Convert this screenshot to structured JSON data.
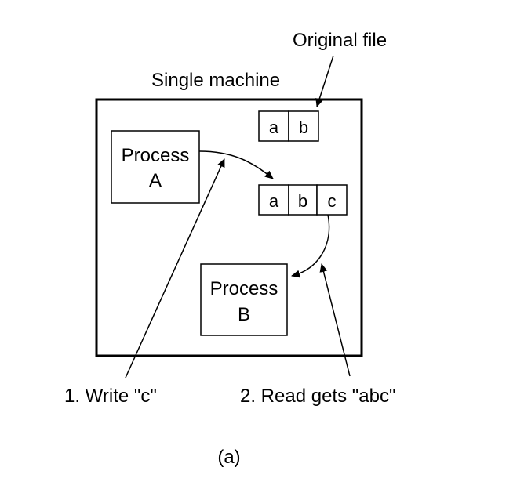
{
  "labels": {
    "original_file": "Original file",
    "single_machine": "Single machine",
    "process_a_line1": "Process",
    "process_a_line2": "A",
    "process_b_line1": "Process",
    "process_b_line2": "B",
    "step1": "1. Write \"c\"",
    "step2": "2. Read gets \"abc\"",
    "caption": "(a)"
  },
  "original_cells": [
    "a",
    "b"
  ],
  "file_cells": [
    "a",
    "b",
    "c"
  ]
}
